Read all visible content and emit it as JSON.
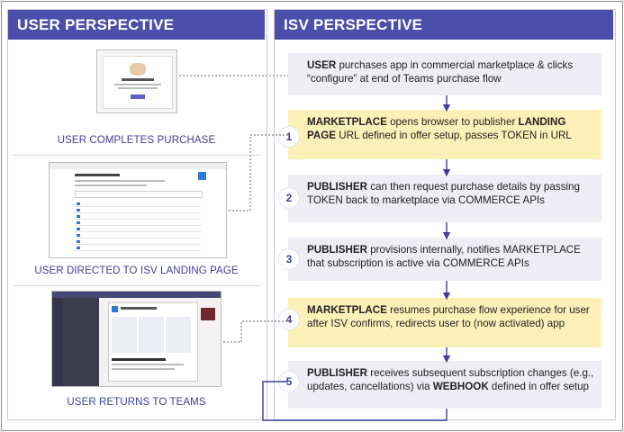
{
  "user_header": "USER PERSPECTIVE",
  "isv_header": "ISV PERSPECTIVE",
  "captions": {
    "purchase": "USER COMPLETES PURCHASE",
    "landing": "USER DIRECTED TO ISV LANDING PAGE",
    "teams": "USER RETURNS TO TEAMS"
  },
  "steps": [
    {
      "number": "",
      "parts": [
        {
          "t": "USER",
          "b": true
        },
        {
          "t": " purchases app in commercial marketplace & clicks “configure” at end of Teams purchase flow",
          "b": false
        }
      ]
    },
    {
      "number": "1",
      "parts": [
        {
          "t": "MARKETPLACE",
          "b": true
        },
        {
          "t": " opens browser to publisher ",
          "b": false
        },
        {
          "t": "LANDING PAGE",
          "b": true
        },
        {
          "t": " URL defined in offer setup, passes TOKEN in URL",
          "b": false
        }
      ]
    },
    {
      "number": "2",
      "parts": [
        {
          "t": "PUBLISHER",
          "b": true
        },
        {
          "t": " can then request purchase details by passing TOKEN back to marketplace via COMMERCE APIs",
          "b": false
        }
      ]
    },
    {
      "number": "3",
      "parts": [
        {
          "t": "PUBLISHER",
          "b": true
        },
        {
          "t": " provisions internally, notifies MARKETPLACE that subscription is active via COMMERCE APIs",
          "b": false
        }
      ]
    },
    {
      "number": "4",
      "parts": [
        {
          "t": "MARKETPLACE",
          "b": true
        },
        {
          "t": " resumes purchase flow experience for user after ISV confirms, redirects user to (now activated) app",
          "b": false
        }
      ]
    },
    {
      "number": "5",
      "parts": [
        {
          "t": "PUBLISHER",
          "b": true
        },
        {
          "t": " receives subsequent subscription changes (e.g., updates, cancellations) via ",
          "b": false
        },
        {
          "t": "WEBHOOK",
          "b": true
        },
        {
          "t": " defined in offer setup",
          "b": false
        }
      ]
    }
  ],
  "colors": {
    "header": "#4b4faa",
    "accent": "#3c3f98",
    "gray_box": "#ededf3",
    "yellow_box": "#fcf0b8"
  }
}
